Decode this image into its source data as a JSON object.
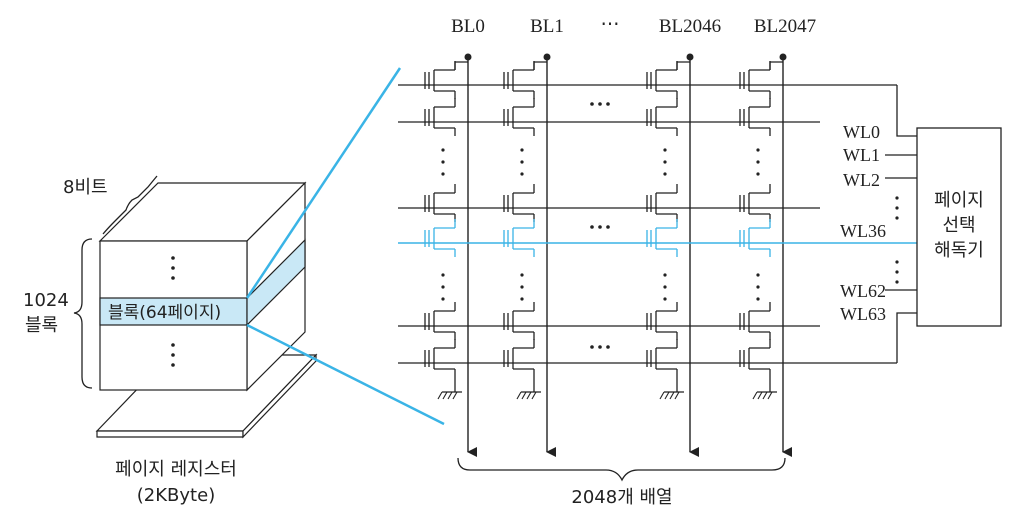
{
  "diagram": {
    "bit_lines": [
      "BL0",
      "BL1",
      "BL2046",
      "BL2047"
    ],
    "bl_gap_symbol": "⋯",
    "word_lines_top": [
      "WL0",
      "WL1",
      "WL2"
    ],
    "word_line_highlight": "WL36",
    "word_lines_bottom": [
      "WL62",
      "WL63"
    ],
    "decoder_lines": [
      "페이지",
      "선택",
      "해독기"
    ],
    "block_width_label": "8비트",
    "block_count_lines": [
      "1024",
      "블록"
    ],
    "block_label": "블록(64페이지)",
    "register_lines": [
      "페이지 레지스터",
      "(2KByte)"
    ],
    "array_label": "2048개 배열",
    "colors": {
      "highlight": "#3ab4e6",
      "band": "#c9e8f6",
      "line": "#222222"
    }
  }
}
